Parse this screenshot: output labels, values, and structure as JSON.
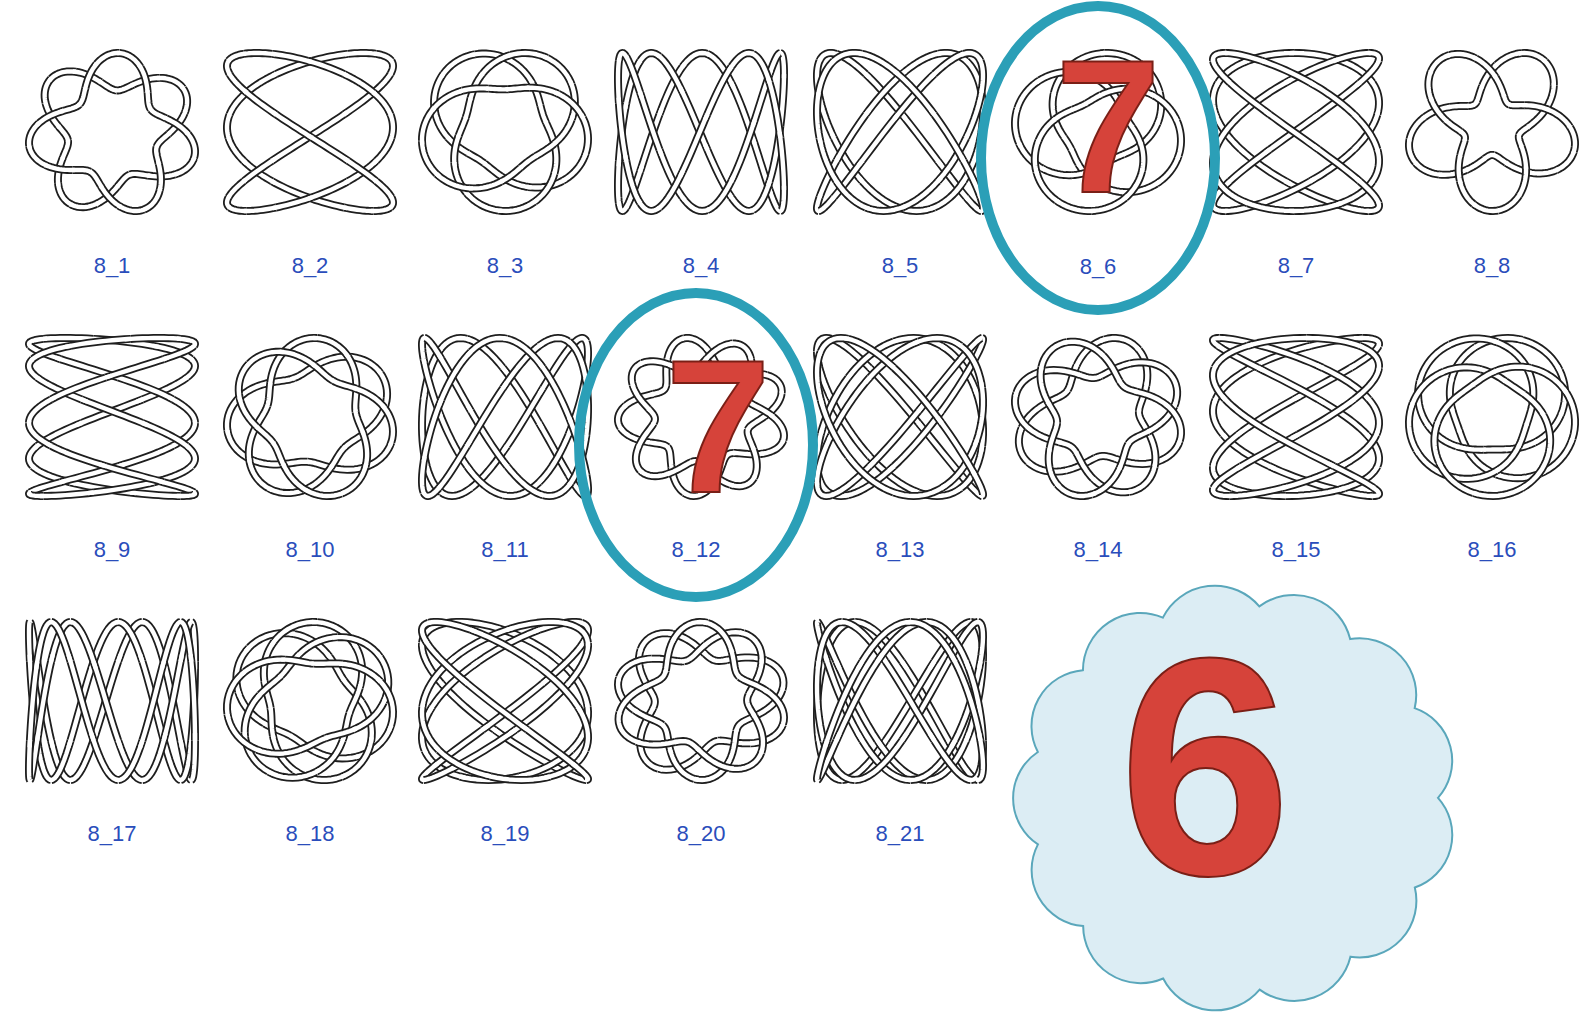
{
  "diagram": {
    "nodes": [
      {
        "text": [
          "7",
          "8_6"
        ]
      },
      {
        "text": [
          "7",
          "8_12"
        ]
      },
      {
        "text": [
          "6"
        ]
      }
    ],
    "labels": [
      "8_1",
      "8_2",
      "8_3",
      "8_4",
      "8_5",
      "8_7",
      "8_8",
      "8_9",
      "8_10",
      "8_11",
      "8_13",
      "8_14",
      "8_15",
      "8_16",
      "8_17",
      "8_18",
      "8_19",
      "8_20",
      "8_21"
    ]
  }
}
